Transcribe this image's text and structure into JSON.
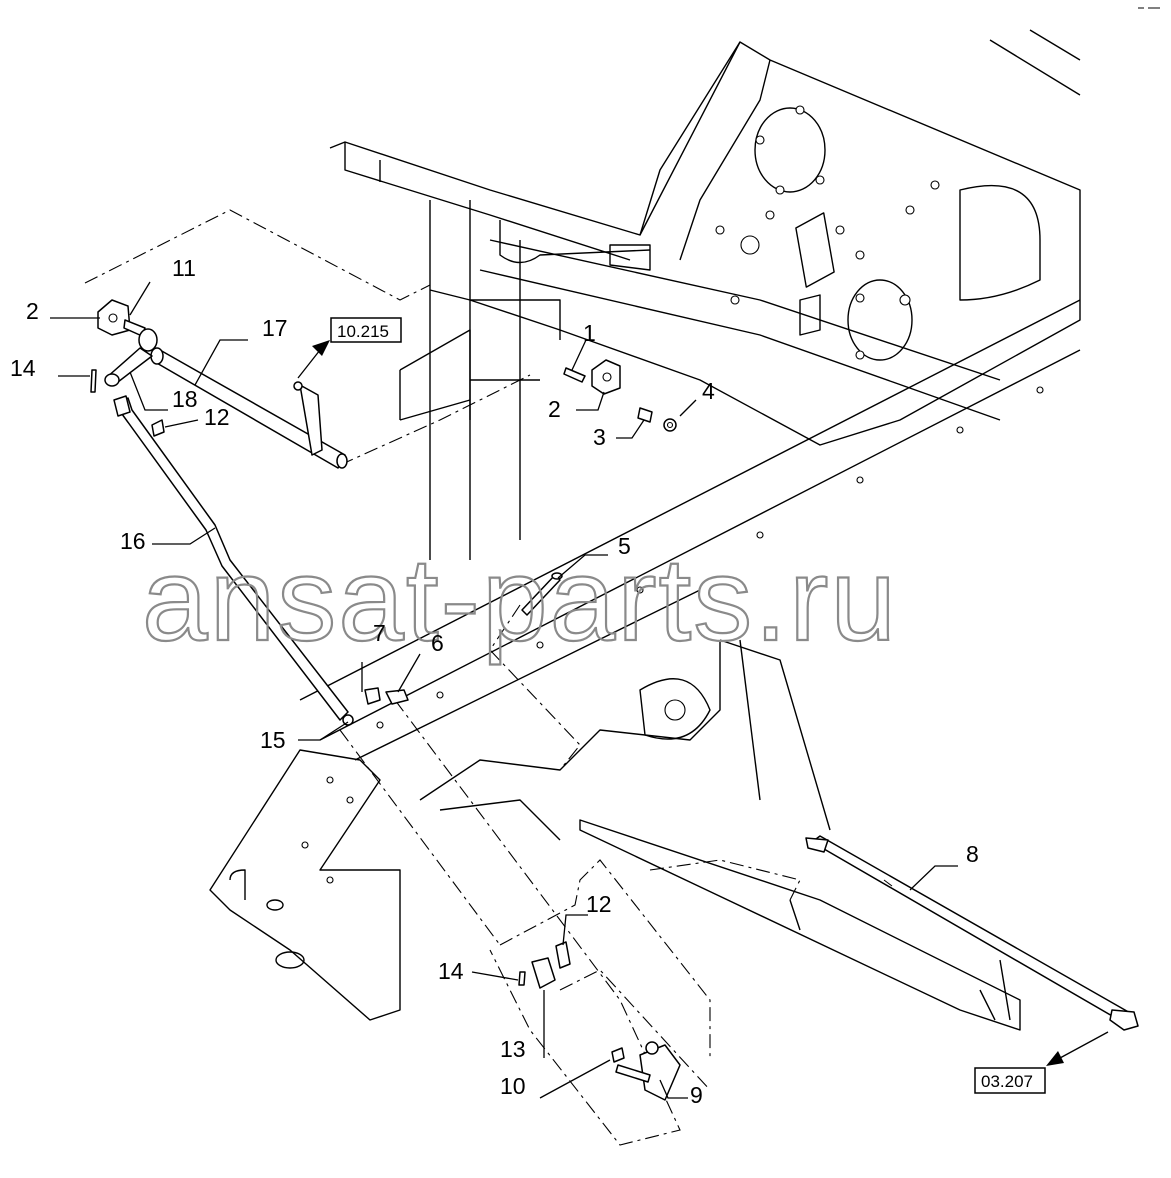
{
  "callouts": {
    "c1": "1",
    "c2a": "2",
    "c2b": "2",
    "c3": "3",
    "c4": "4",
    "c5": "5",
    "c6": "6",
    "c7": "7",
    "c8": "8",
    "c9": "9",
    "c10": "10",
    "c11": "11",
    "c12a": "12",
    "c12b": "12",
    "c13": "13",
    "c14a": "14",
    "c14b": "14",
    "c15": "15",
    "c16": "16",
    "c17": "17",
    "c18": "18"
  },
  "references": {
    "ref_top": "10.215",
    "ref_bottom": "03.207"
  },
  "watermark": "ansat-parts.ru"
}
